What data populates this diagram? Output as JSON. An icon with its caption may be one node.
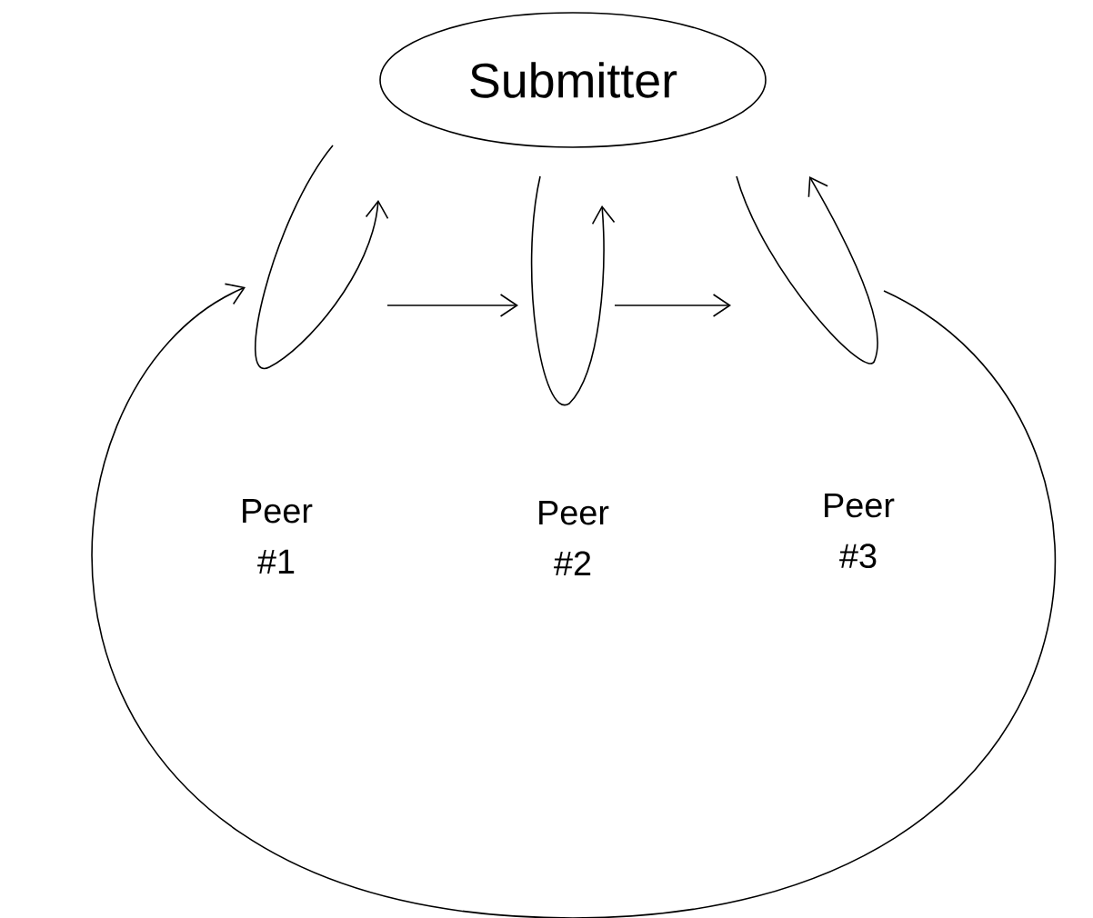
{
  "diagram": {
    "nodes": [
      {
        "text": [
          "Submitter"
        ]
      },
      {
        "text": [
          "Peer #1"
        ]
      },
      {
        "text": [
          "Peer #2"
        ]
      },
      {
        "text": [
          "Peer #3"
        ]
      }
    ],
    "edges": [
      {
        "from": 1,
        "to": 2,
        "arrow": "to"
      },
      {
        "from": 2,
        "to": 3,
        "arrow": "to"
      },
      {
        "from": 3,
        "to": 1,
        "arrow": "to"
      }
    ]
  }
}
